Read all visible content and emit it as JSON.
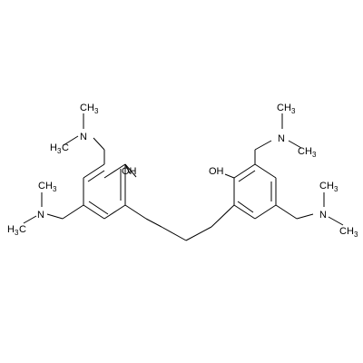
{
  "molecule": {
    "labels": {
      "oh_left": "OH",
      "oh_right": "OH",
      "n1": "N",
      "n2": "N",
      "n3": "N",
      "n4": "N",
      "ch": "CH",
      "h": "H",
      "c": "C",
      "three": "3"
    }
  }
}
